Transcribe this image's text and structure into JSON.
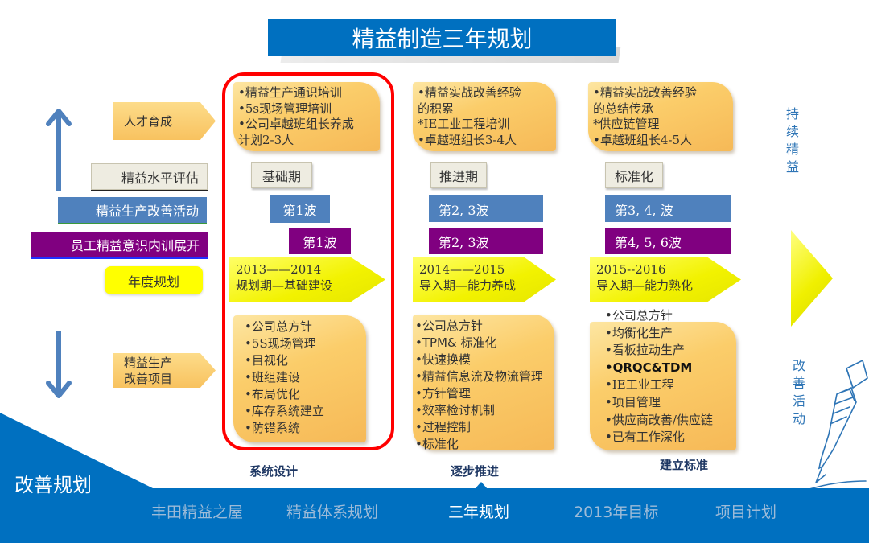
{
  "title": "精益制造三年规划",
  "row_labels": {
    "talent": "人才育成",
    "assessment": "精益水平评估",
    "improvement_activity": "精益生产改善活动",
    "awareness_training": "员工精益意识内训展开",
    "annual_plan": "年度规划",
    "improvement_projects_line1": "精益生产",
    "improvement_projects_line2": "改善项目"
  },
  "phases": [
    {
      "talent": [
        "•精益生产通识培训",
        "•5s现场管理培训",
        "•公司卓越班组长养成",
        "计划2-3人"
      ],
      "assessment": "基础期",
      "wave_activity": "第1波",
      "wave_training": "第1波",
      "year_range": "2013——2014",
      "year_theme": "规划期—基础建设",
      "projects": [
        "•公司总方针",
        "•5S现场管理",
        "•目视化",
        "•班组建设",
        "•布局优化",
        "•库存系统建立",
        "•防错系统"
      ],
      "caption": "系统设计",
      "highlighted": true
    },
    {
      "talent": [
        "•精益实战改善经验",
        " 的积累",
        "*IE工业工程培训",
        "•卓越班组长3-4人"
      ],
      "assessment": "推进期",
      "wave_activity": "第2, 3波",
      "wave_training": "第2, 3波",
      "year_range": "2014——2015",
      "year_theme": "导入期—能力养成",
      "projects": [
        "•公司总方针",
        "•TPM& 标准化",
        "•快速换模",
        "•精益信息流及物流管理",
        "•方针管理",
        "•效率检讨机制",
        "•过程控制",
        "•标准化"
      ],
      "caption": "逐步推进",
      "highlighted": false
    },
    {
      "talent": [
        "•精益实战改善经验",
        " 的总结传承",
        "*供应链管理",
        "•卓越班组长4-5人"
      ],
      "assessment": "标准化",
      "wave_activity": "第3, 4, 波",
      "wave_training": "第4, 5, 6波",
      "year_range": "2015--2016",
      "year_theme": "导入期—能力熟化",
      "projects": [
        "•公司总方针",
        "•均衡化生产",
        "•看板拉动生产",
        "•QRQC&TDM",
        "•IE工业工程",
        "•项目管理",
        "•供应商改善/供应链",
        "•已有工作深化"
      ],
      "caption": "建立标准",
      "highlighted": false
    }
  ],
  "side_text": {
    "continuous_lean": [
      "持",
      "续",
      "精",
      "益"
    ],
    "improvement_activity": [
      "改",
      "善",
      "活",
      "动"
    ]
  },
  "footer": {
    "section_title": "改善规划",
    "nav": [
      {
        "label": "丰田精益之屋",
        "active": false
      },
      {
        "label": "精益体系规划",
        "active": false
      },
      {
        "label": "三年规划",
        "active": true
      },
      {
        "label": "2013年目标",
        "active": false
      },
      {
        "label": "项目计划",
        "active": false
      }
    ]
  },
  "colors": {
    "brand_blue": "#0070c0",
    "activity_blue": "#4f81bd",
    "training_purple": "#800080",
    "year_yellow": "#ffff00",
    "highlight_red": "#ff0000",
    "box_orange": "#fbcd6a"
  }
}
